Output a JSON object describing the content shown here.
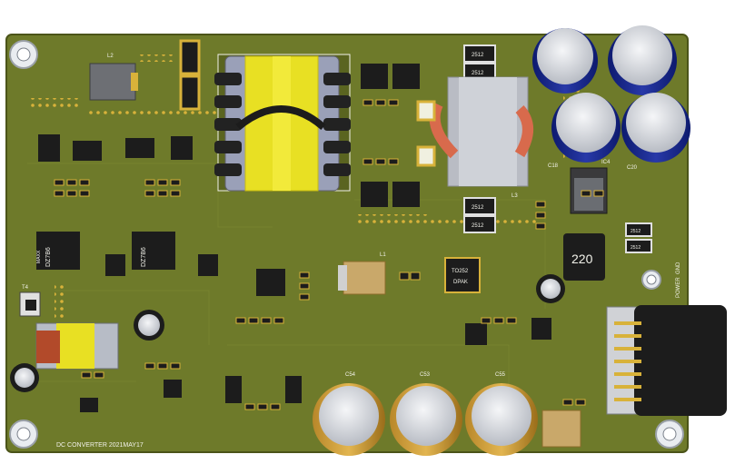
{
  "board": {
    "silkscreen_title": "DC CONVERTER  2021MAY17",
    "connector_label_power": "POWER",
    "connector_label_gnd": "GND",
    "colors": {
      "pcb": "#6e7a2a",
      "pcb_dark": "#5a6420",
      "silk": "#f2f2ea",
      "pad": "#d8b23a",
      "chip": "#1c1c1c",
      "cap_blue": "#1a2a8a",
      "cap_silver": "#c9ccd2",
      "ferrite": "#e8e023",
      "coil_copper": "#d86a4c"
    }
  },
  "components": {
    "ic_top_left_a": {
      "text": "MAXX",
      "text2": "DZ7B6"
    },
    "ic_top_left_b": {
      "text": "DZ7B6"
    },
    "inductor_big_label": "220",
    "dpak_label": "DPAK",
    "dpak_label2": "TO252",
    "res_2512_a": "2512",
    "res_2512_b": "2512",
    "res_2512_c": "2512",
    "res_2512_d": "2512",
    "res_2512_e": "2512",
    "res_2512_f": "2512",
    "cap_c54": "C54",
    "cap_c53": "C53",
    "cap_c55": "C55",
    "cap_c18": "C18",
    "cap_c20": "C20",
    "ind_l2": "L2",
    "ind_l1": "L1",
    "ind_l3": "L3",
    "ic4": "IC4",
    "t4": "T4"
  }
}
